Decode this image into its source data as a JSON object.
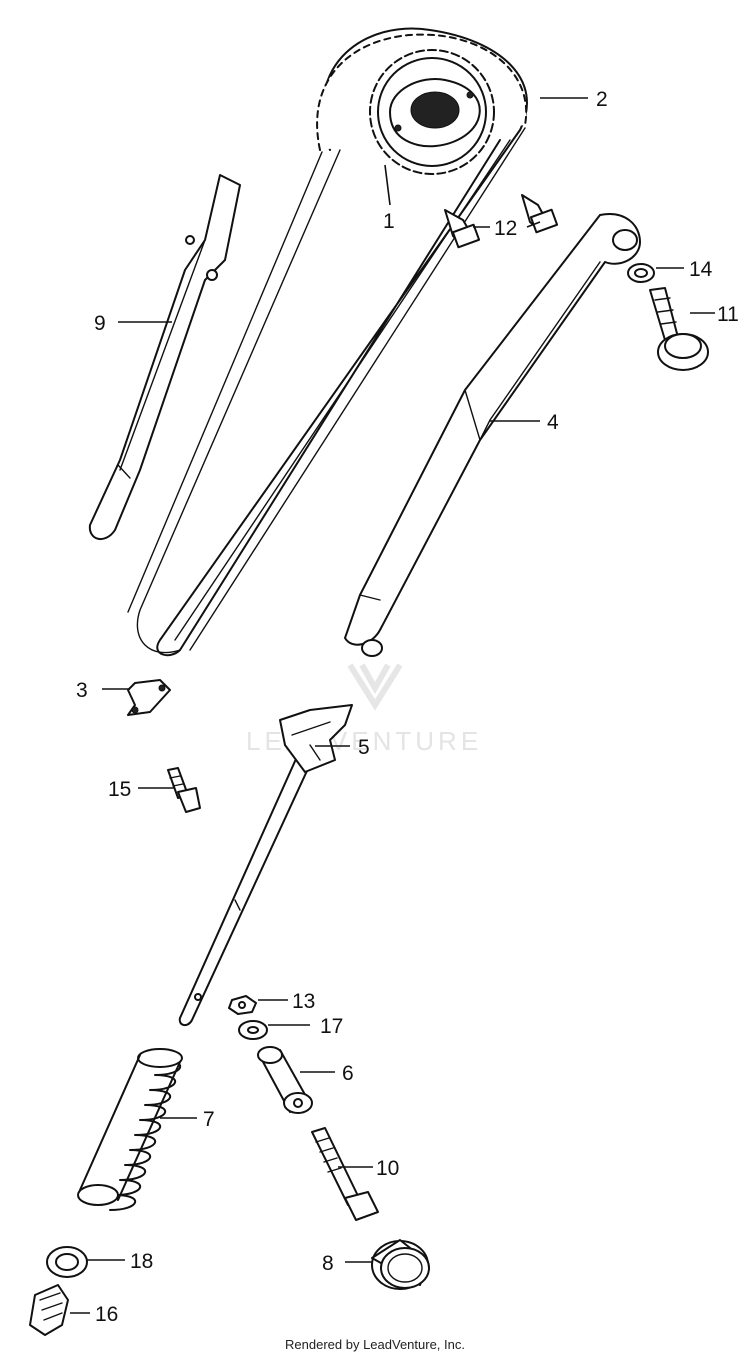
{
  "watermark": {
    "text": "LEADVENTURE"
  },
  "footer": {
    "text": "Rendered by LeadVenture, Inc."
  },
  "callouts": {
    "c1": "1",
    "c2": "2",
    "c3": "3",
    "c4": "4",
    "c5": "5",
    "c6": "6",
    "c7": "7",
    "c8": "8",
    "c9": "9",
    "c10": "10",
    "c11": "11",
    "c12": "12",
    "c13": "13",
    "c14": "14",
    "c15": "15",
    "c16": "16",
    "c17": "17",
    "c18": "18"
  }
}
